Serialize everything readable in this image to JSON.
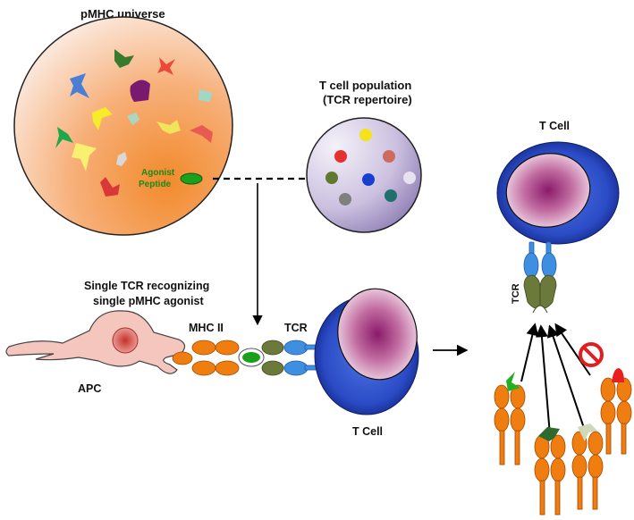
{
  "labels": {
    "pmhc_universe": "pMHC universe",
    "tcell_population_line1": "T cell population",
    "tcell_population_line2": "(TCR repertoire)",
    "agonist_line1": "Agonist",
    "agonist_line2": "Peptide",
    "single_tcr_line1": "Single TCR recognizing",
    "single_tcr_line2": "single pMHC agonist",
    "mhc2": "MHC II",
    "tcr_left": "TCR",
    "apc": "APC",
    "tcell_bottom": "T Cell",
    "tcell_right": "T Cell",
    "tcr_right": "TCR"
  },
  "colors": {
    "universe_gradient": [
      "#f9dcc8",
      "#f7a05a",
      "#f28a2c"
    ],
    "population_gradient": [
      "#f2eef8",
      "#c9bede",
      "#8a78b2"
    ],
    "tcell_outer": "#2a4bc4",
    "tcell_nucleus": "#9a2a72",
    "mhc_orange": "#f07d10",
    "tcr_blue": "#3f8fe0",
    "tcr_olive": "#6b7a3a",
    "agonist_green": "#1aa01a",
    "apc_pink": "#f4c6bd",
    "block_red": "#e02020"
  },
  "repertoire_dots": [
    "#f5e21a",
    "#e83030",
    "#cf6a5e",
    "#5f7a30",
    "#1a3fd0",
    "#e6e3ee",
    "#7f7f7f",
    "#1f6f6a"
  ],
  "peptide_shapes": [
    "#4a7fd4",
    "#3a7a2e",
    "#e84b3a",
    "#7a1a6e",
    "#f5ec2a",
    "#9fd8c4",
    "#1fa84a",
    "#f0e55a",
    "#e85a52",
    "#f8f070",
    "#d8d8d8",
    "#d83838"
  ],
  "candidate_peptides": [
    "#22b022",
    "#2e6a2e",
    "#cfd8b8",
    "#e82020"
  ]
}
